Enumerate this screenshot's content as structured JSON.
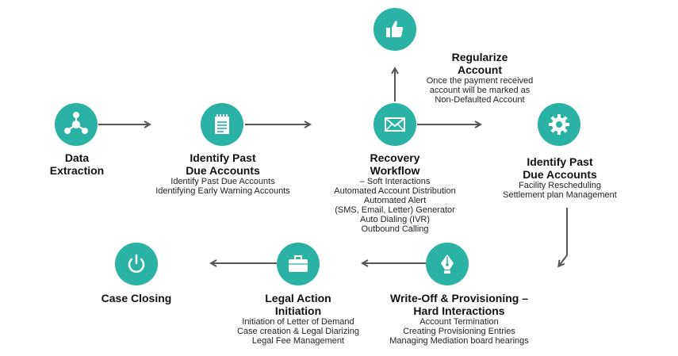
{
  "colors": {
    "node": "#2ab3a4",
    "arrow": "#555555",
    "icon": "#ffffff"
  },
  "steps": [
    {
      "id": "data-extraction",
      "icon": "network-icon",
      "title_lines": [
        "Data",
        "Extraction"
      ],
      "desc_lines": []
    },
    {
      "id": "identify-past-due-1",
      "icon": "notepad-icon",
      "title_lines": [
        "Identify Past",
        "Due Accounts"
      ],
      "desc_lines": [
        "Identify Past Due Accounts",
        "Identifying Early Warning Accounts"
      ]
    },
    {
      "id": "recovery-workflow",
      "icon": "envelope-icon",
      "title_lines": [
        "Recovery",
        "Workflow"
      ],
      "desc_lines": [
        "– Soft Interactions",
        "Automated Account Distribution",
        "Automated Alert",
        "(SMS, Email, Letter) Generator",
        "Auto Dialing (IVR)",
        "Outbound Calling"
      ]
    },
    {
      "id": "regularize-account",
      "icon": "thumbs-up-icon",
      "title_lines": [
        "Regularize",
        "Account"
      ],
      "desc_lines": [
        "Once the payment received",
        "account will be marked as",
        "Non-Defaulted Account"
      ]
    },
    {
      "id": "identify-past-due-2",
      "icon": "gear-icon",
      "title_lines": [
        "Identify Past",
        "Due Accounts"
      ],
      "desc_lines": [
        "Facility Rescheduling",
        "Settlement plan Management"
      ]
    },
    {
      "id": "write-off",
      "icon": "pen-nib-icon",
      "title_lines": [
        "Write-Off & Provisioning –",
        "Hard Interactions"
      ],
      "desc_lines": [
        "Account Termination",
        "Creating Provisioning Entries",
        "Managing Mediation board hearings"
      ]
    },
    {
      "id": "legal-action",
      "icon": "briefcase-icon",
      "title_lines": [
        "Legal Action",
        "Initiation"
      ],
      "desc_lines": [
        "Initiation of Letter of Demand",
        "Case creation & Legal Diarizing",
        "Legal Fee Management"
      ]
    },
    {
      "id": "case-closing",
      "icon": "power-icon",
      "title_lines": [
        "Case Closing"
      ],
      "desc_lines": []
    }
  ]
}
